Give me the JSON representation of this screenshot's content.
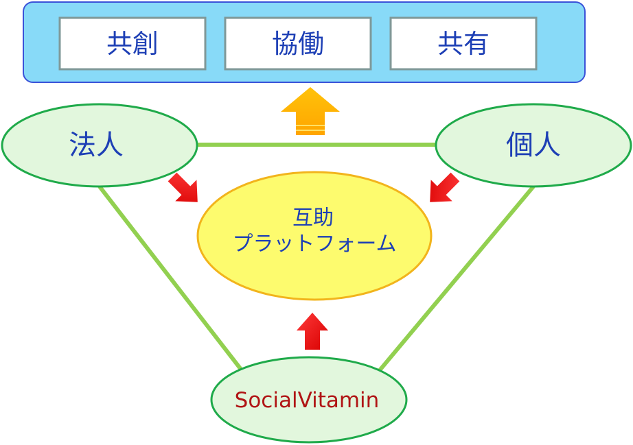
{
  "top_panel": {
    "boxes": [
      {
        "label": "共創"
      },
      {
        "label": "協働"
      },
      {
        "label": "共有"
      }
    ]
  },
  "nodes": {
    "corporation": {
      "label": "法人"
    },
    "individual": {
      "label": "個人"
    },
    "platform": {
      "line1": "互助",
      "line2": "プラットフォーム"
    },
    "social_vitamin": {
      "label": "SocialVitamin"
    }
  },
  "colors": {
    "panel_fill": "#88daf8",
    "panel_stroke": "#3a52d8",
    "box_fill": "#ffffff",
    "box_stroke": "#7f9898",
    "text_blue": "#1d3fb5",
    "text_dark_red": "#b01515",
    "green_line": "#92d050",
    "ellipse_green_fill": "#e2f7dd",
    "ellipse_green_stroke": "#1faa4a",
    "platform_fill": "#fdfb6e",
    "platform_stroke": "#f2b41c",
    "red_arrow": "#ee1111",
    "orange_arrow": "#ffb300"
  }
}
